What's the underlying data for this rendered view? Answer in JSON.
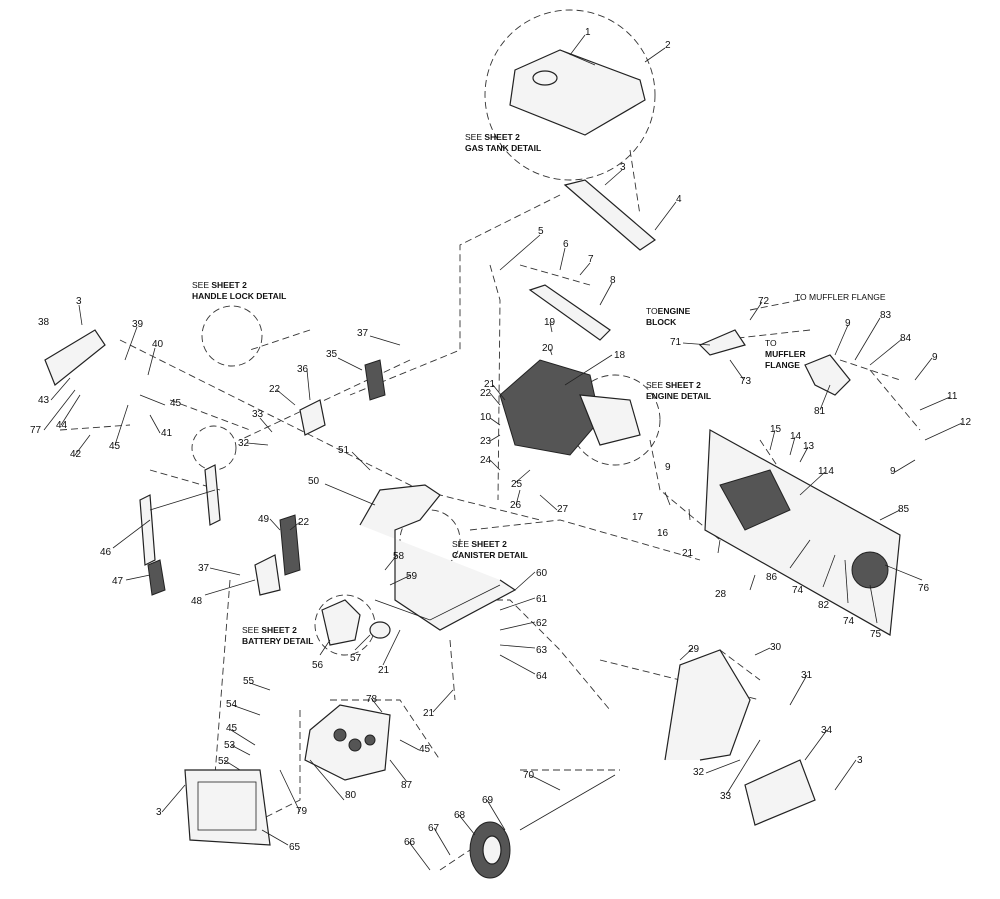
{
  "callouts": [
    {
      "id": "c1",
      "t": "1"
    },
    {
      "id": "c2",
      "t": "2"
    },
    {
      "id": "c3a",
      "t": "3"
    },
    {
      "id": "c4",
      "t": "4"
    },
    {
      "id": "c5",
      "t": "5"
    },
    {
      "id": "c6",
      "t": "6"
    },
    {
      "id": "c7",
      "t": "7"
    },
    {
      "id": "c8",
      "t": "8"
    },
    {
      "id": "c3b",
      "t": "3"
    },
    {
      "id": "c38",
      "t": "38"
    },
    {
      "id": "c39",
      "t": "39"
    },
    {
      "id": "c40",
      "t": "40"
    },
    {
      "id": "c43",
      "t": "43"
    },
    {
      "id": "c77",
      "t": "77"
    },
    {
      "id": "c44",
      "t": "44"
    },
    {
      "id": "c42",
      "t": "42"
    },
    {
      "id": "c45a",
      "t": "45"
    },
    {
      "id": "c45b",
      "t": "45"
    },
    {
      "id": "c41",
      "t": "41"
    },
    {
      "id": "c37a",
      "t": "37"
    },
    {
      "id": "c35",
      "t": "35"
    },
    {
      "id": "c36",
      "t": "36"
    },
    {
      "id": "c22a",
      "t": "22"
    },
    {
      "id": "c33a",
      "t": "33"
    },
    {
      "id": "c32a",
      "t": "32"
    },
    {
      "id": "c19",
      "t": "19"
    },
    {
      "id": "c20",
      "t": "20"
    },
    {
      "id": "c18",
      "t": "18"
    },
    {
      "id": "c22b",
      "t": "22"
    },
    {
      "id": "c21a",
      "t": "21"
    },
    {
      "id": "c10",
      "t": "10"
    },
    {
      "id": "c23",
      "t": "23"
    },
    {
      "id": "c24",
      "t": "24"
    },
    {
      "id": "c25",
      "t": "25"
    },
    {
      "id": "c26",
      "t": "26"
    },
    {
      "id": "c27",
      "t": "27"
    },
    {
      "id": "c72",
      "t": "72"
    },
    {
      "id": "c71",
      "t": "71"
    },
    {
      "id": "c73",
      "t": "73"
    },
    {
      "id": "c9a",
      "t": "9"
    },
    {
      "id": "c83",
      "t": "83"
    },
    {
      "id": "c84",
      "t": "84"
    },
    {
      "id": "c9b",
      "t": "9"
    },
    {
      "id": "c81",
      "t": "81"
    },
    {
      "id": "c11",
      "t": "11"
    },
    {
      "id": "c12",
      "t": "12"
    },
    {
      "id": "c9c",
      "t": "9"
    },
    {
      "id": "c9d",
      "t": "9"
    },
    {
      "id": "c15",
      "t": "15"
    },
    {
      "id": "c14",
      "t": "14"
    },
    {
      "id": "c13",
      "t": "13"
    },
    {
      "id": "c114",
      "t": "114"
    },
    {
      "id": "c85",
      "t": "85"
    },
    {
      "id": "c17",
      "t": "17"
    },
    {
      "id": "c16",
      "t": "16"
    },
    {
      "id": "c21b",
      "t": "21"
    },
    {
      "id": "c28",
      "t": "28"
    },
    {
      "id": "c86",
      "t": "86"
    },
    {
      "id": "c74a",
      "t": "74"
    },
    {
      "id": "c82",
      "t": "82"
    },
    {
      "id": "c74b",
      "t": "74"
    },
    {
      "id": "c76",
      "t": "76"
    },
    {
      "id": "c75",
      "t": "75"
    },
    {
      "id": "c51",
      "t": "51"
    },
    {
      "id": "c50",
      "t": "50"
    },
    {
      "id": "c46",
      "t": "46"
    },
    {
      "id": "c47",
      "t": "47"
    },
    {
      "id": "c49",
      "t": "49"
    },
    {
      "id": "c22c",
      "t": "22"
    },
    {
      "id": "c37b",
      "t": "37"
    },
    {
      "id": "c48",
      "t": "48"
    },
    {
      "id": "c58",
      "t": "58"
    },
    {
      "id": "c59",
      "t": "59"
    },
    {
      "id": "c60",
      "t": "60"
    },
    {
      "id": "c61",
      "t": "61"
    },
    {
      "id": "c62",
      "t": "62"
    },
    {
      "id": "c63",
      "t": "63"
    },
    {
      "id": "c64",
      "t": "64"
    },
    {
      "id": "c56",
      "t": "56"
    },
    {
      "id": "c57",
      "t": "57"
    },
    {
      "id": "c21c",
      "t": "21"
    },
    {
      "id": "c21d",
      "t": "21"
    },
    {
      "id": "c55",
      "t": "55"
    },
    {
      "id": "c54",
      "t": "54"
    },
    {
      "id": "c45c",
      "t": "45"
    },
    {
      "id": "c53",
      "t": "53"
    },
    {
      "id": "c52",
      "t": "52"
    },
    {
      "id": "c78",
      "t": "78"
    },
    {
      "id": "c45d",
      "t": "45"
    },
    {
      "id": "c87",
      "t": "87"
    },
    {
      "id": "c80",
      "t": "80"
    },
    {
      "id": "c79",
      "t": "79"
    },
    {
      "id": "c3c",
      "t": "3"
    },
    {
      "id": "c65",
      "t": "65"
    },
    {
      "id": "c29",
      "t": "29"
    },
    {
      "id": "c30",
      "t": "30"
    },
    {
      "id": "c31",
      "t": "31"
    },
    {
      "id": "c34",
      "t": "34"
    },
    {
      "id": "c32b",
      "t": "32"
    },
    {
      "id": "c33b",
      "t": "33"
    },
    {
      "id": "c3d",
      "t": "3"
    },
    {
      "id": "c70",
      "t": "70"
    },
    {
      "id": "c69",
      "t": "69"
    },
    {
      "id": "c68",
      "t": "68"
    },
    {
      "id": "c67",
      "t": "67"
    },
    {
      "id": "c66",
      "t": "66"
    }
  ],
  "notes": {
    "gas_tank": {
      "l1": "SEE ",
      "l1b": "SHEET 2",
      "l2": "GAS TANK DETAIL"
    },
    "handle_lock": {
      "l1": "SEE ",
      "l1b": "SHEET 2",
      "l2": "HANDLE LOCK DETAIL"
    },
    "engine": {
      "l1": "SEE ",
      "l1b": "SHEET 2",
      "l2": "ENGINE DETAIL"
    },
    "canister": {
      "l1": "SEE ",
      "l1b": "SHEET 2",
      "l2": "CANISTER DETAIL"
    },
    "battery": {
      "l1": "SEE ",
      "l1b": "SHEET 2",
      "l2": "BATTERY DETAIL"
    },
    "engine_block": {
      "l1": "TO",
      "l1b": "ENGINE",
      "l2": "BLOCK"
    },
    "muffler_flange_1": {
      "l1": "TO MUFFLER FLANGE"
    },
    "muffler_flange_2": {
      "l1": "TO",
      "l2": "MUFFLER",
      "l3": "FLANGE"
    }
  }
}
